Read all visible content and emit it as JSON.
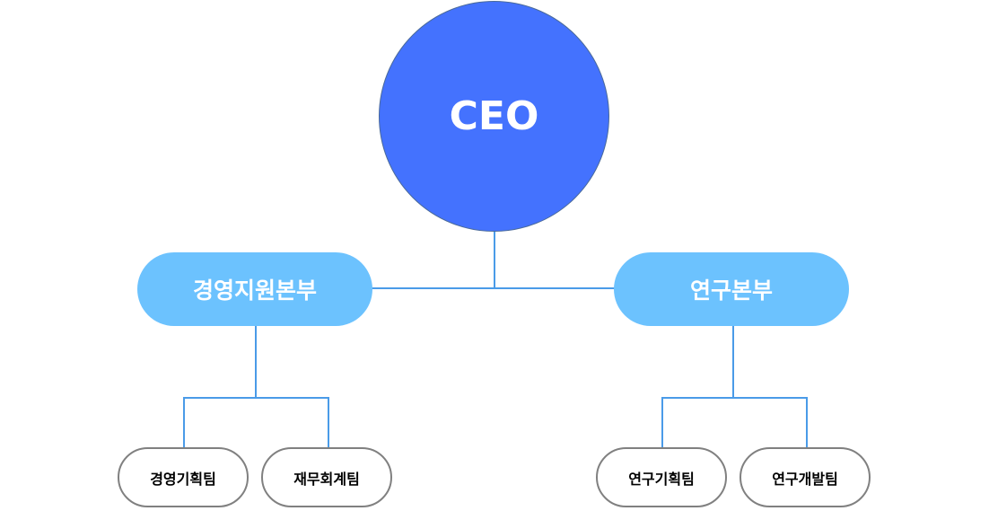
{
  "ceo": {
    "label": "CEO"
  },
  "divisions": [
    {
      "label": "경영지원본부",
      "teams": [
        "경영기획팀",
        "재무회계팀"
      ]
    },
    {
      "label": "연구본부",
      "teams": [
        "연구기획팀",
        "연구개발팀"
      ]
    }
  ],
  "colors": {
    "ceo": "#4472fe",
    "division": "#6cc2fe",
    "connector": "#4a9be8",
    "team_border": "#808080"
  }
}
